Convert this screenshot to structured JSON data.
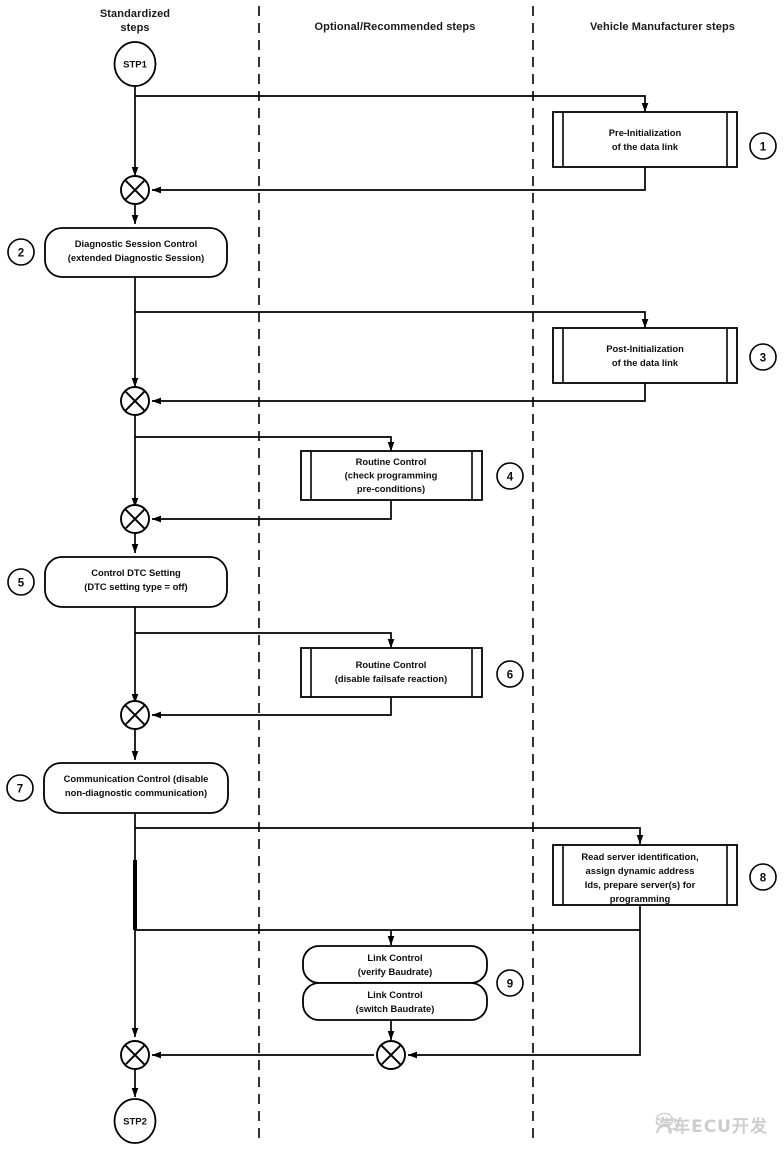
{
  "diagram": {
    "title": "ECU programming sequence flow chart",
    "lanes": [
      {
        "id": "standardized",
        "label": "Standardized\nsteps",
        "label_line1": "Standardized",
        "label_line2": "steps"
      },
      {
        "id": "optional",
        "label": "Optional/Recommended steps"
      },
      {
        "id": "oem",
        "label": "Vehicle Manufacturer steps"
      }
    ],
    "terminators": [
      {
        "id": "start",
        "label": "STP1"
      },
      {
        "id": "end",
        "label": "STP2"
      }
    ],
    "steps": [
      {
        "number": "1",
        "lane": "oem",
        "shape": "predefined-process",
        "lines": [
          "Pre-Initialization",
          "of the data link"
        ]
      },
      {
        "number": "2",
        "lane": "standardized",
        "shape": "rounded-rect",
        "lines": [
          "Diagnostic Session Control",
          "(extended Diagnostic Session)"
        ]
      },
      {
        "number": "3",
        "lane": "oem",
        "shape": "predefined-process",
        "lines": [
          "Post-Initialization",
          "of the data link"
        ]
      },
      {
        "number": "4",
        "lane": "optional",
        "shape": "predefined-process",
        "lines": [
          "Routine Control",
          "(check programming",
          "pre-conditions)"
        ]
      },
      {
        "number": "5",
        "lane": "standardized",
        "shape": "rounded-rect",
        "lines": [
          "Control DTC Setting",
          "(DTC setting type = off)"
        ]
      },
      {
        "number": "6",
        "lane": "optional",
        "shape": "predefined-process",
        "lines": [
          "Routine Control",
          "(disable failsafe reaction)"
        ]
      },
      {
        "number": "7",
        "lane": "standardized",
        "shape": "rounded-rect",
        "lines": [
          "Communication Control (disable",
          "non-diagnostic communication)"
        ]
      },
      {
        "number": "8",
        "lane": "oem",
        "shape": "predefined-process",
        "lines": [
          "Read server identification,",
          "assign dynamic address",
          "Ids, prepare server(s) for",
          "programming"
        ]
      },
      {
        "number": "9",
        "lane": "optional",
        "shape": "rounded-rect-stack",
        "sub_shapes": [
          {
            "lines": [
              "Link Control",
              "(verify Baudrate)"
            ]
          },
          {
            "lines": [
              "Link Control",
              "(switch Baudrate)"
            ]
          }
        ]
      }
    ],
    "junction_count": 7,
    "colors": {
      "stroke": "#000000",
      "background": "#ffffff",
      "text": "#0d0d0d",
      "watermark": "#c9c9c9"
    }
  },
  "watermark": {
    "text": "汽车ECU开发"
  }
}
